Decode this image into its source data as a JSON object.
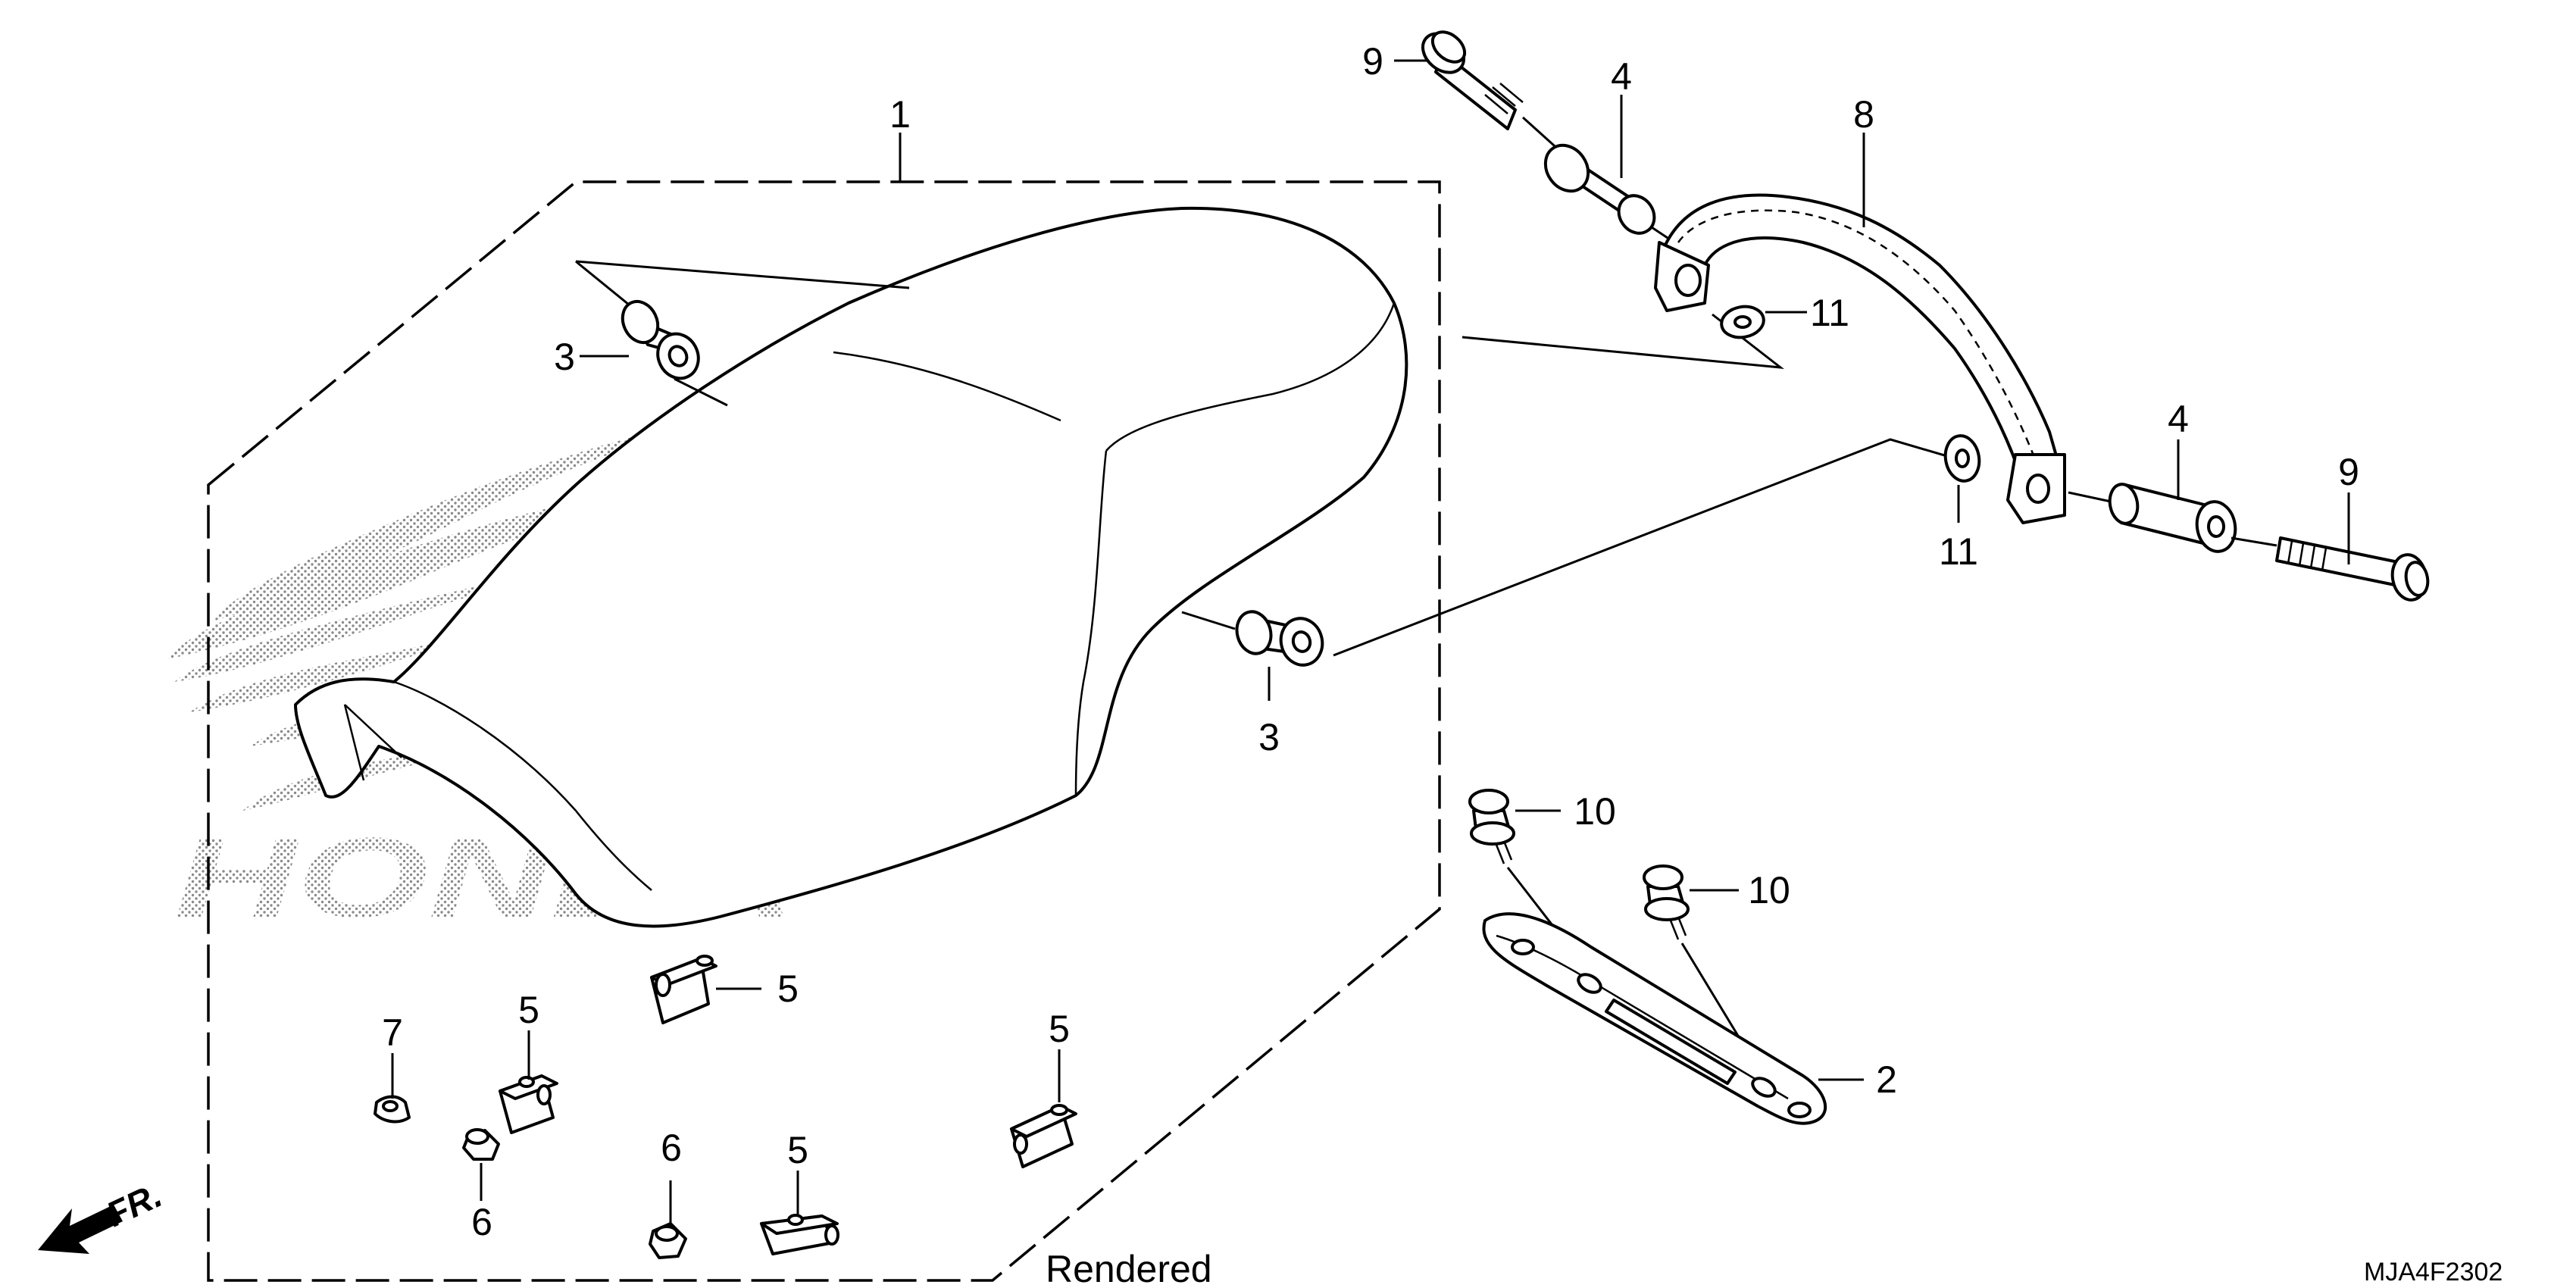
{
  "diagram": {
    "callouts": {
      "c1": "1",
      "c2": "2",
      "c3a": "3",
      "c3b": "3",
      "c4a": "4",
      "c4b": "4",
      "c5a": "5",
      "c5b": "5",
      "c5c": "5",
      "c5d": "5",
      "c6a": "6",
      "c6b": "6",
      "c7": "7",
      "c8": "8",
      "c9a": "9",
      "c9b": "9",
      "c10a": "10",
      "c10b": "10",
      "c11a": "11",
      "c11b": "11"
    },
    "front_label": "FR.",
    "caption": "Rendered",
    "diagram_code": "MJA4F2302",
    "watermark": "HONDA"
  }
}
